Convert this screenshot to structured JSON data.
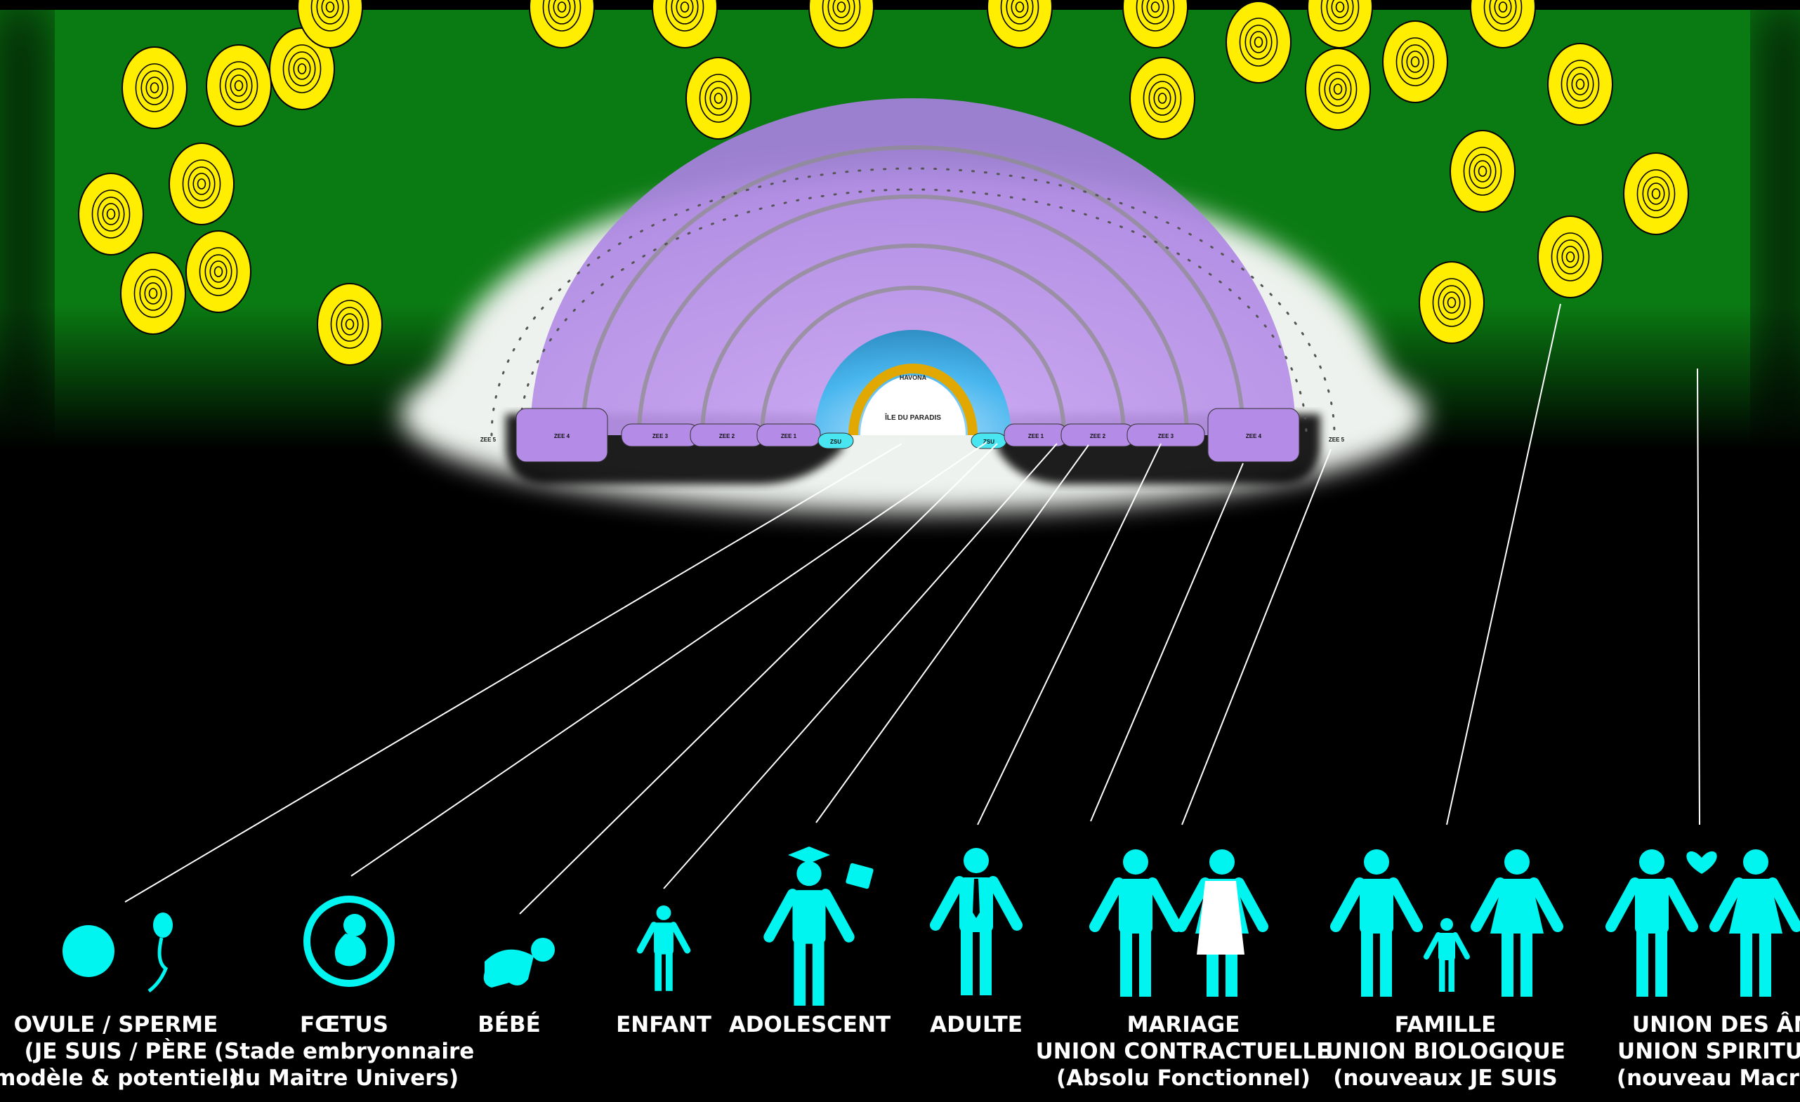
{
  "diagram": {
    "center_label": "ÎLE DU PARADIS",
    "ring_label": "HAVONA",
    "zones_left": [
      "ZEE 5",
      "ZEE 4",
      "ZEE 3",
      "ZEE 2",
      "ZEE 1",
      "ZSU"
    ],
    "zones_right": [
      "ZSU",
      "ZEE 1",
      "ZEE 2",
      "ZEE 3",
      "ZEE 4",
      "ZEE 5"
    ]
  },
  "stages": [
    {
      "icon": "egg-sperm-icon",
      "lines": [
        "OVULE / SPERME",
        "(JE SUIS / PÈRE",
        "modèle & potentiel)"
      ]
    },
    {
      "icon": "fetus-icon",
      "lines": [
        "FŒTUS",
        "(Stade embryonnaire",
        "du Maitre Univers)"
      ]
    },
    {
      "icon": "baby-icon",
      "lines": [
        "BÉBÉ"
      ]
    },
    {
      "icon": "child-icon",
      "lines": [
        "ENFANT"
      ]
    },
    {
      "icon": "graduate-icon",
      "lines": [
        "ADOLESCENT"
      ]
    },
    {
      "icon": "adult-icon",
      "lines": [
        "ADULTE"
      ]
    },
    {
      "icon": "married-couple-icon",
      "lines": [
        "MARIAGE",
        "UNION CONTRACTUELLE",
        "(Absolu Fonctionnel)"
      ]
    },
    {
      "icon": "family-icon",
      "lines": [
        "FAMILLE",
        "UNION BIOLOGIQUE",
        "(nouveaux JE SUIS"
      ]
    },
    {
      "icon": "soulmates-icon",
      "lines": [
        "UNION DES ÂMES",
        "UNION SPIRITUELLE",
        "(nouveau Macro MU"
      ]
    }
  ],
  "colors": {
    "background": "#000000",
    "cosmos_green": "#0a7a12",
    "galaxy_yellow": "#ffee00",
    "icon_cyan": "#00f5f0",
    "zone_purple": "#b48be6",
    "havona_blue": "#3aa7dd",
    "paradise_gold": "#e0a800",
    "connector_line": "#ffffff"
  }
}
